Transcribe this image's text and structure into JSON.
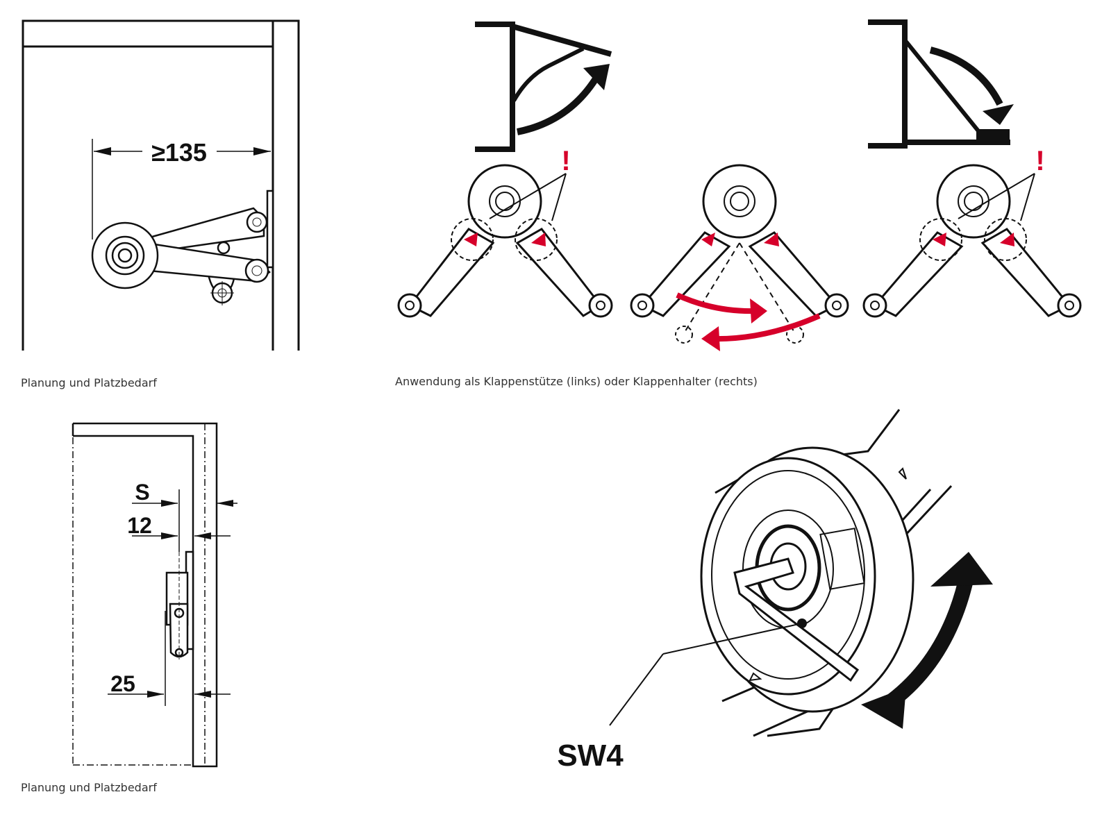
{
  "panels": {
    "planning_top": {
      "caption": "Planung und Platzbedarf",
      "dimension": "≥135"
    },
    "application": {
      "caption": "Anwendung als Klappenstütze (links) oder Klappenhalter (rechts)",
      "warning_mark": "!"
    },
    "planning_bottom": {
      "caption": "Planung und Platzbedarf",
      "dim_s": "S",
      "dim_12": "12",
      "dim_25": "25"
    },
    "adjustment": {
      "tool_label": "SW4"
    }
  },
  "colors": {
    "accent_red": "#d6002a",
    "line": "#111111"
  }
}
